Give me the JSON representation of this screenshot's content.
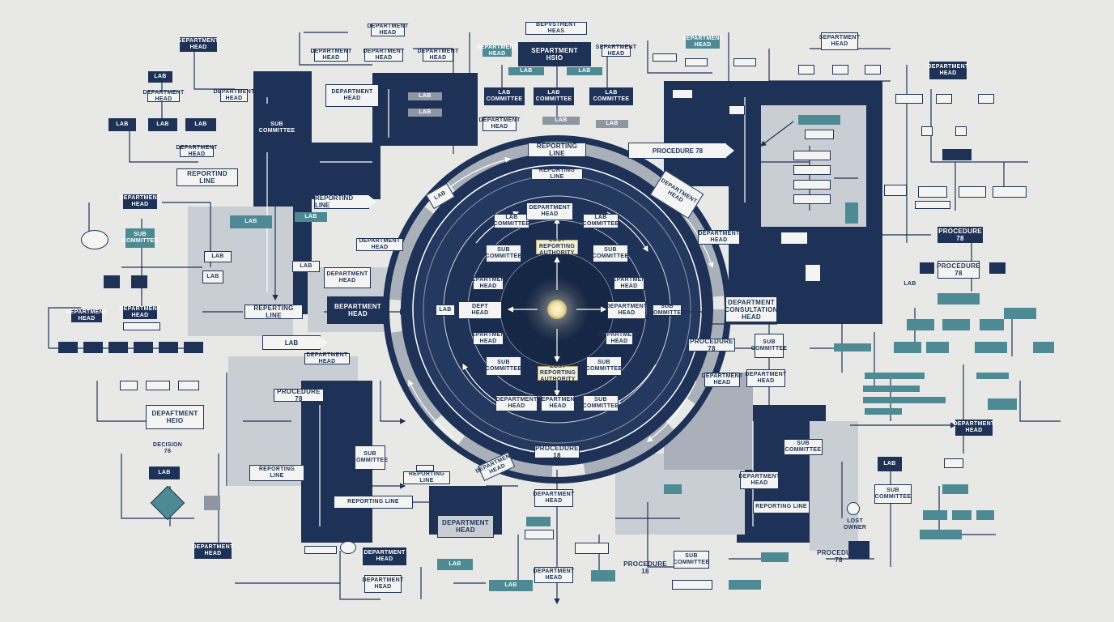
{
  "colors": {
    "background": "#e8e9e7",
    "navy": "#1e3257",
    "teal": "#4d8a94",
    "grey": "#8e96a3",
    "core_glow": "#f2e3a6"
  },
  "labels": {
    "dept_head_top": "BEPVSTHENT HEAS",
    "dept_head_hero": "SEPARTMENT\nHSIO",
    "committee_a": "LAB\nCOMMITTEE",
    "committee_b": "LAB\nCOMMITTEE",
    "committee_c": "LAB\nCOMMITTEE",
    "reporting_line_left": "REPORTIND LINE",
    "reporting_line_mid": "REPORTIND LINE",
    "reporting_line_low": "REPERTING LINE",
    "reporting_line_bottom": "REPORTING LINE",
    "reporting_line_right": "REPORTING LINE",
    "ring_top": "REPORTING LINE",
    "ring_sub": "REPORTING LINE",
    "procedure_top": "PROCEDURE 78",
    "procedure_right": "PROCEDURE 78",
    "procedure_left": "PROCEDURE 78",
    "procedure_ring_bottom": "PROCEDURE 18",
    "procedure_far_right": "PROCEDURE 78",
    "procedure_far_right_low": "PROCEDURE 78",
    "procedure_bottom": "PROCEDURE 18",
    "procedure_small_bottom": "PROCEDURE 78",
    "dept_head_center": "BEPARTMENT\nHEAD",
    "dept_head_right": "DEPARTMENT\nCONSULTATION\nHEAD",
    "dept_head_left": "DEPARTMENT\nHEAD",
    "dept_head_bottom_left": "DEPAFTMENT\nHEIO",
    "dept_head_bottom": "DEPARTMENT\nHEAD",
    "dept_head_right_low": "DEPARTMENT\nHEAD",
    "dept_head_far_left": "DEPARTMENT\nHEAD",
    "inner_top": "DEPARTMENT\nHEAD",
    "inner_left": "DEPT\nHEAD",
    "inner_right": "DEPARTMENT\nHEAD",
    "inner_bottom": "DEPARTMENT\nHEAD",
    "inner_nw": "LAB\nCOMMITTEE",
    "inner_ne": "LAB\nCOMMITTEE",
    "inner_sw": "SUB\nCOMMITTEE",
    "inner_se": "SUB\nCOMMITTEE",
    "core_top_note": "LOST REPORTING\nAUTHORITY",
    "core_bottom_note": "LOST REPORTING\nAUTHORITY",
    "committee_generic": "SUB\nCOMMITTEE",
    "dept_generic": "DEPARTMENT\nHEAD",
    "lost_owner": "LOST\nOWNER",
    "top_small": "SEPARTMENT\nHEAD",
    "far_right_top": "SEPARTMENT\nHEAD",
    "far_left_top": "SEPARTMENT\nHEAD",
    "left_head": "DEPARTMENT\nHEAD",
    "small_generic": "LAB",
    "decision": "DECISION 78"
  }
}
